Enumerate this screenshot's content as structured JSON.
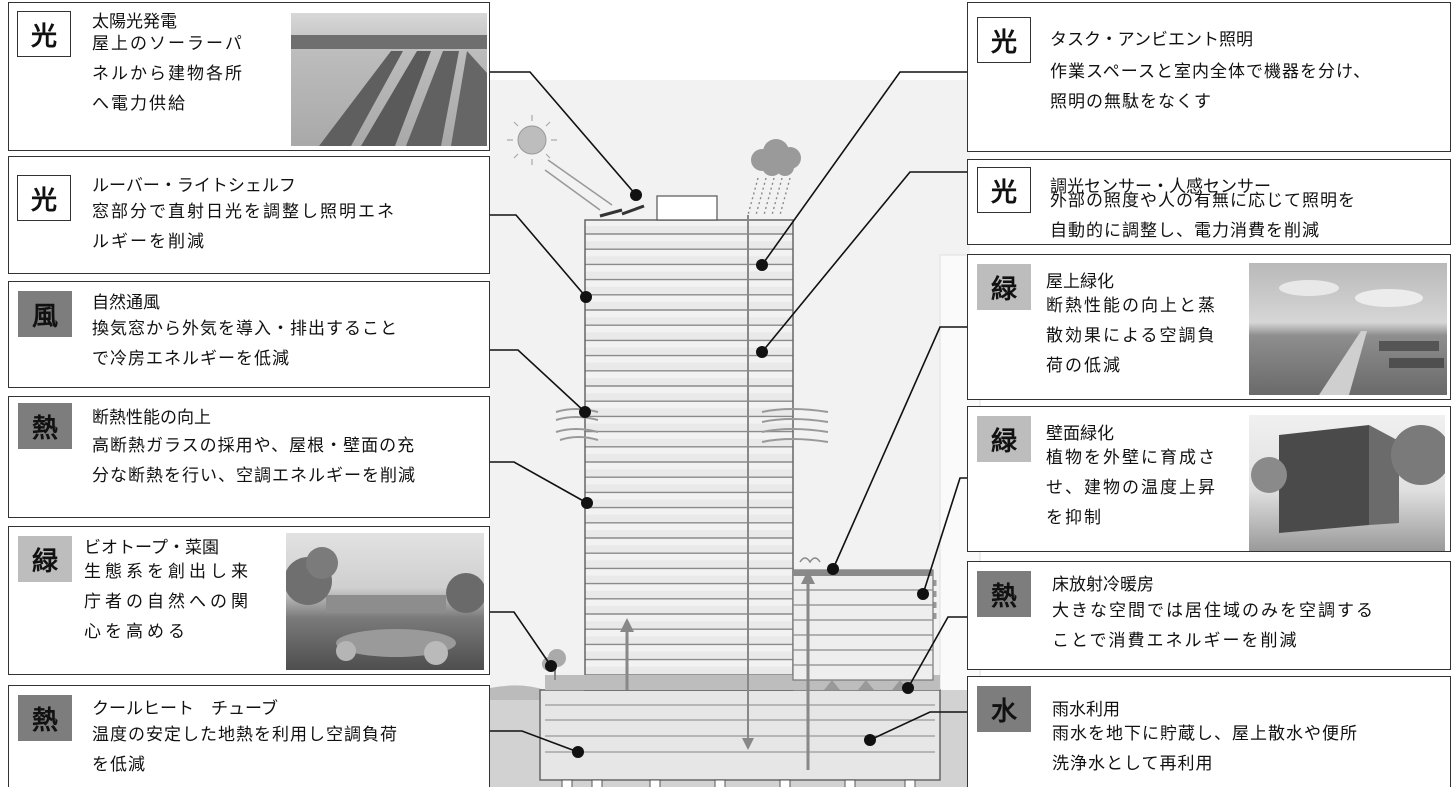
{
  "left": [
    {
      "key": "solar",
      "tag": "光",
      "tag_style": "white",
      "title": "太陽光発電",
      "desc": "屋上のソーラーパ\nネルから建物各所\nへ電力供給"
    },
    {
      "key": "louver",
      "tag": "光",
      "tag_style": "white",
      "title": "ルーバー・ライトシェルフ",
      "desc": "窓部分で直射日光を調整し照明エネ\nルギーを削減"
    },
    {
      "key": "ventilation",
      "tag": "風",
      "tag_style": "mid",
      "title": "自然通風",
      "desc": "換気窓から外気を導入・排出すること\nで冷房エネルギーを低減"
    },
    {
      "key": "insulation",
      "tag": "熱",
      "tag_style": "mid",
      "title": "断熱性能の向上",
      "desc": "高断熱ガラスの採用や、屋根・壁面の充\n分な断熱を行い、空調エネルギーを削減"
    },
    {
      "key": "biotope",
      "tag": "緑",
      "tag_style": "light",
      "title": "ビオトープ・菜園",
      "desc": "生態系を創出し来\n庁者の自然への関\n心を高める"
    },
    {
      "key": "coolheat",
      "tag": "熱",
      "tag_style": "mid",
      "title": "クールヒート　チューブ",
      "desc": "温度の安定した地熱を利用し空調負荷\nを低減"
    }
  ],
  "right": [
    {
      "key": "taskambient",
      "tag": "光",
      "tag_style": "white",
      "title": "タスク・アンビエント照明",
      "desc": "作業スペースと室内全体で機器を分け、\n照明の無駄をなくす"
    },
    {
      "key": "sensor",
      "tag": "光",
      "tag_style": "white",
      "title": "調光センサー・人感センサー",
      "desc": "外部の照度や人の有無に応じて照明を\n自動的に調整し、電力消費を削減"
    },
    {
      "key": "roofgreen",
      "tag": "緑",
      "tag_style": "light",
      "title": "屋上緑化",
      "desc": "断熱性能の向上と蒸\n散効果による空調負\n荷の低減"
    },
    {
      "key": "wallgreen",
      "tag": "緑",
      "tag_style": "light",
      "title": "壁面緑化",
      "desc": "植物を外壁に育成さ\nせ、建物の温度上昇\nを抑制"
    },
    {
      "key": "floorrad",
      "tag": "熱",
      "tag_style": "mid",
      "title": "床放射冷暖房",
      "desc": "大きな空間では居住域のみを空調する\nことで消費エネルギーを削減"
    },
    {
      "key": "rainwater",
      "tag": "水",
      "tag_style": "mid",
      "title": "雨水利用",
      "desc": "雨水を地下に貯蔵し、屋上散水や便所\n洗浄水として再利用"
    }
  ],
  "colors": {
    "tag_mid": "#7d7d7d",
    "tag_light": "#bdbdbd",
    "line": "#111111",
    "building": "#d9d9d9"
  }
}
